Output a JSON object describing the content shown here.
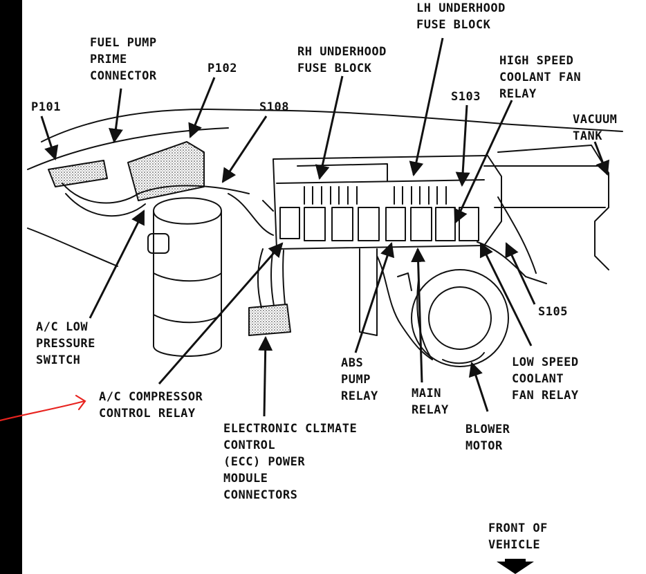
{
  "labels": {
    "fuel_pump_prime_connector": "FUEL PUMP\nPRIME\nCONNECTOR",
    "p101": "P101",
    "p102": "P102",
    "rh_underhood_fuse_block": "RH UNDERHOOD\nFUSE BLOCK",
    "s108": "S108",
    "lh_underhood_fuse_block": "LH UNDERHOOD\nFUSE BLOCK",
    "high_speed_coolant_fan_relay": "HIGH SPEED\nCOOLANT FAN\nRELAY",
    "s103": "S103",
    "vacuum_tank": "VACUUM\nTANK",
    "s105": "S105",
    "ac_low_pressure_switch": "A/C LOW\nPRESSURE\nSWITCH",
    "ac_compressor_control_relay": "A/C COMPRESSOR\nCONTROL RELAY",
    "abs_pump_relay": "ABS\nPUMP\nRELAY",
    "main_relay": "MAIN\nRELAY",
    "low_speed_coolant_fan_relay": "LOW SPEED\nCOOLANT\nFAN RELAY",
    "blower_motor": "BLOWER\nMOTOR",
    "ecc_power_module_connectors": "ELECTRONIC CLIMATE\nCONTROL\n(ECC) POWER\nMODULE\nCONNECTORS",
    "front_of_vehicle": "FRONT OF\nVEHICLE"
  },
  "colors": {
    "ink": "#111111",
    "annotation": "#e8231f",
    "border": "#000000"
  },
  "icons": {
    "front_arrow": "down-arrow-icon"
  }
}
